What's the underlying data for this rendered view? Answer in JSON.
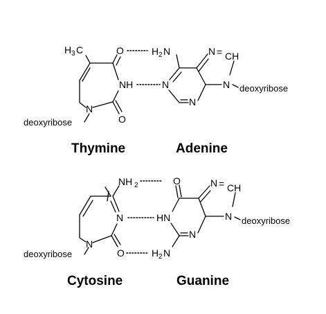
{
  "pairs": {
    "at": {
      "thymine_name": "Thymine",
      "adenine_name": "Adenine",
      "thymine_atoms": {
        "methyl_h": "H",
        "methyl_3": "3",
        "methyl_c": "C",
        "o_top": "O",
        "nh": "NH",
        "n1": "N",
        "o_bottom": "O"
      },
      "adenine_atoms": {
        "amine_h2": "H",
        "amine_2": "2",
        "amine_n": "N",
        "n_ring": "N",
        "n_bottom": "N",
        "n9": "N",
        "n7": "N",
        "ch": "CH",
        "ch_eq": "="
      },
      "thymine_sugar": "deoxyribose",
      "adenine_sugar": "deoxyribose"
    },
    "gc": {
      "cytosine_name": "Cytosine",
      "guanine_name": "Guanine",
      "cytosine_atoms": {
        "nh2_n": "NH",
        "nh2_2": "2",
        "n3": "N",
        "n1": "N",
        "o": "O"
      },
      "guanine_atoms": {
        "o": "O",
        "hn": "HN",
        "n_ring": "N",
        "n9": "N",
        "n7": "N",
        "ch": "CH",
        "ch_eq": "=",
        "amine_h2": "H",
        "amine_2": "2",
        "amine_n": "N"
      },
      "cytosine_sugar": "deoxyribose",
      "guanine_sugar": "deoxyribose"
    }
  }
}
